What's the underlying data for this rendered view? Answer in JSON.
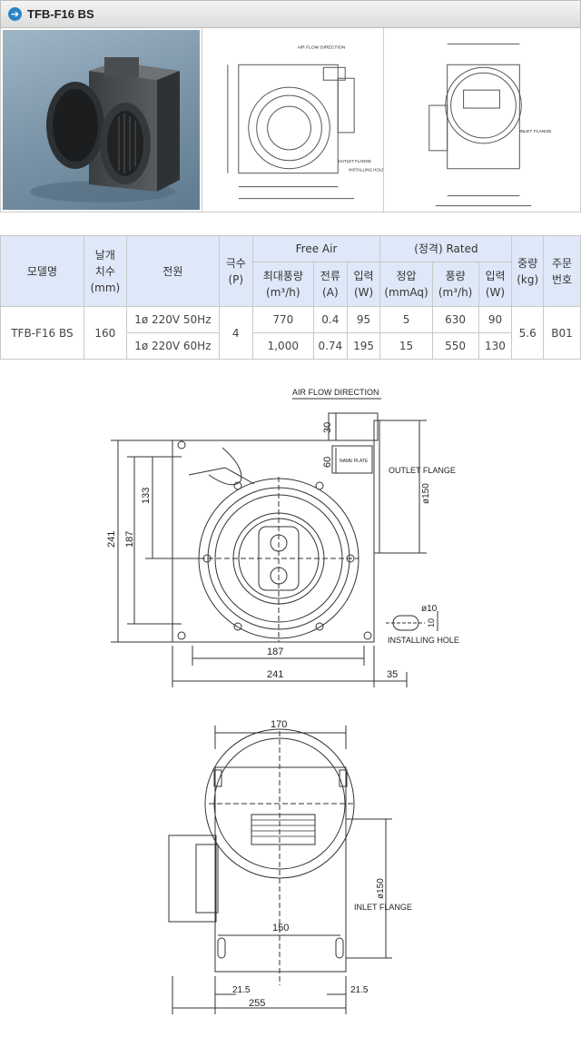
{
  "title": "TFB-F16 BS",
  "labels": {
    "air_flow_direction": "AIR FLOW DIRECTION",
    "outlet_flange": "OUTLET FLANGE",
    "inlet_flange": "INLET FLANGE",
    "installing_hole": "INSTALLING HOLE",
    "name_plate": "NAME PLATE"
  },
  "dimensions": {
    "front": {
      "d30": "30",
      "d60": "60",
      "d133": "133",
      "d187v": "187",
      "d241v": "241",
      "d187h": "187",
      "d241h": "241",
      "d35": "35",
      "phi150": "ø150",
      "phi10": "ø10",
      "d10": "10"
    },
    "side": {
      "d170": "170",
      "d150": "150",
      "phi150": "ø150",
      "d21_5a": "21.5",
      "d21_5b": "21.5",
      "d255": "255"
    }
  },
  "table": {
    "headers": {
      "model": "모델명",
      "blade_line1": "날개",
      "blade_line2": "치수",
      "blade_line3": "(mm)",
      "power": "전원",
      "poles_line1": "극수",
      "poles_line2": "(P)",
      "free_air": "Free Air",
      "rated": "(정격) Rated",
      "weight_line1": "중량",
      "weight_line2": "(kg)",
      "order_line1": "주문",
      "order_line2": "번호",
      "max_flow_line1": "최대풍량",
      "max_flow_line2": "(m³/h)",
      "current_line1": "전류",
      "current_line2": "(A)",
      "input_line1": "입력",
      "input_line2": "(W)",
      "static_line1": "정압",
      "static_line2": "(mmAq)",
      "flow_line1": "풍량",
      "flow_line2": "(m³/h)",
      "rinput_line1": "입력",
      "rinput_line2": "(W)"
    },
    "model": "TFB-F16 BS",
    "blade": "160",
    "poles": "4",
    "weight": "5.6",
    "order": "B01",
    "rows": [
      {
        "power": "1ø 220V 50Hz",
        "max_flow": "770",
        "current": "0.4",
        "input": "95",
        "static": "5",
        "flow": "630",
        "rinput": "90"
      },
      {
        "power": "1ø 220V 60Hz",
        "max_flow": "1,000",
        "current": "0.74",
        "input": "195",
        "static": "15",
        "flow": "550",
        "rinput": "130"
      }
    ]
  }
}
